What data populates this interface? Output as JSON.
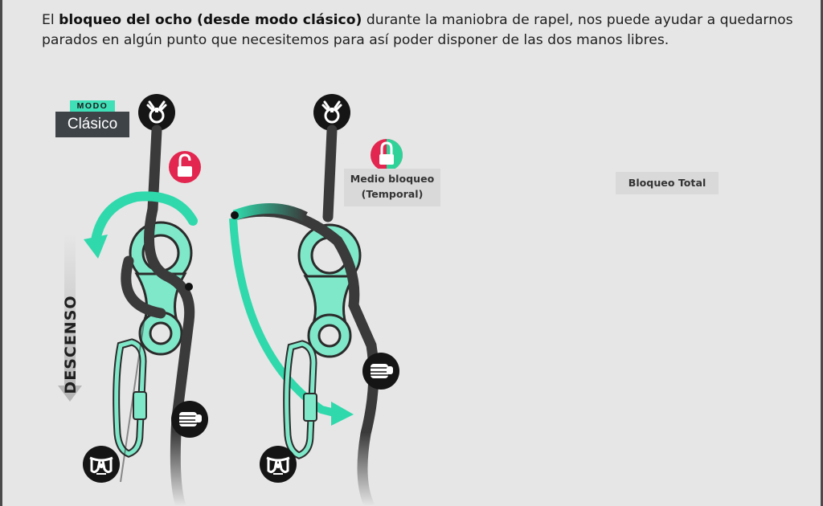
{
  "intro": {
    "lead": "El ",
    "bold": "bloqueo del ocho (desde modo clásico)",
    "rest": " durante la maniobra de rapel, nos puede ayudar a quedarnos parados en algún punto que necesitemos para así poder disponer de las dos manos libres."
  },
  "badge": {
    "top": "MODO",
    "bottom": "Clásico"
  },
  "direction_label": "DESCENSO",
  "steps": [
    {
      "lock_state": "unlocked",
      "label": ""
    },
    {
      "lock_state": "partial",
      "label_line1": "Medio bloqueo",
      "label_line2": "(Temporal)"
    },
    {
      "lock_state": "none",
      "label": ""
    },
    {
      "lock_state": "locked",
      "label": "Bloqueo Total"
    }
  ],
  "colors": {
    "rope": "#3a3a3a",
    "teal": "#2fd9ab",
    "device": "#7fe8c9",
    "red": "#e2264f",
    "green": "#2fd39a",
    "background": "#e6e6e6"
  }
}
